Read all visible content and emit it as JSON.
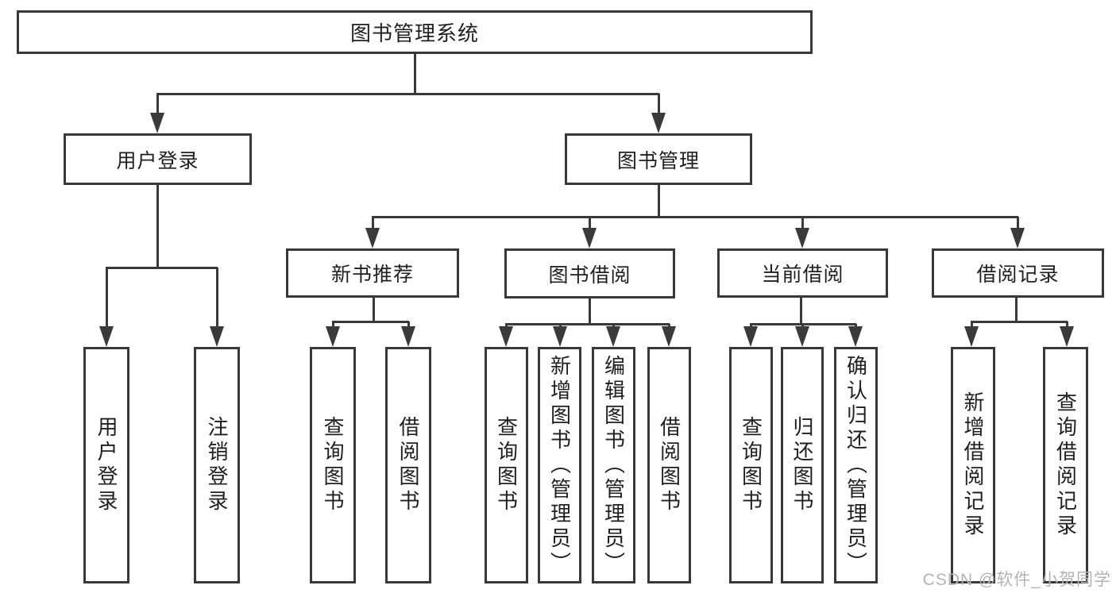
{
  "diagram": {
    "root": {
      "label": "图书管理系统"
    },
    "user_login": {
      "label": "用户登录",
      "children": [
        "用户登录",
        "注销登录"
      ]
    },
    "book_management": {
      "label": "图书管理",
      "sections": [
        {
          "label": "新书推荐",
          "children": [
            "查询图书",
            "借阅图书"
          ]
        },
        {
          "label": "图书借阅",
          "children": [
            "查询图书",
            "新增图书（管理员）",
            "编辑图书（管理员）",
            "借阅图书"
          ]
        },
        {
          "label": "当前借阅",
          "children": [
            "查询图书",
            "归还图书",
            "确认归还（管理员）"
          ]
        },
        {
          "label": "借阅记录",
          "children": [
            "新增借阅记录",
            "查询借阅记录"
          ]
        }
      ]
    }
  },
  "watermark": "CSDN @软件_小贺同学",
  "colors": {
    "line": "#3a3a3a",
    "box_border": "#383838",
    "box_fill": "#ffffff",
    "text": "#1f1f1f",
    "watermark": "#b3b3b3"
  }
}
